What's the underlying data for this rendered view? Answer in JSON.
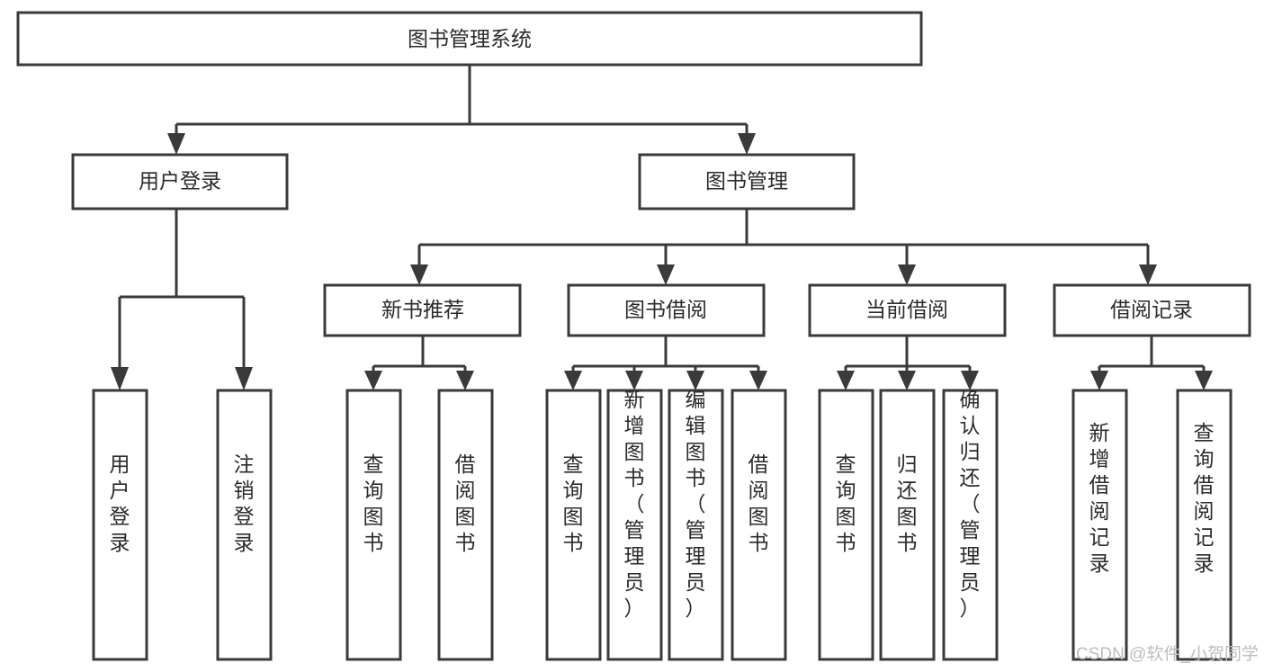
{
  "diagram": {
    "title": "图书管理系统",
    "watermark": "CSDN @软件_小贺同学",
    "colors": {
      "stroke": "#3a3a3a",
      "fill": "#ffffff",
      "text": "#2b2b2b",
      "watermark": "#bdbdbd"
    },
    "levels": {
      "root": {
        "label": "图书管理系统"
      },
      "level2": [
        {
          "label": "用户登录"
        },
        {
          "label": "图书管理"
        }
      ],
      "level3": [
        {
          "label": "新书推荐"
        },
        {
          "label": "图书借阅"
        },
        {
          "label": "当前借阅"
        },
        {
          "label": "借阅记录"
        }
      ],
      "leaves": {
        "user_login": [
          {
            "label": "用户登录"
          },
          {
            "label": "注销登录"
          }
        ],
        "new_book": [
          {
            "label": "查询图书"
          },
          {
            "label": "借阅图书"
          }
        ],
        "book_borrow": [
          {
            "label": "查询图书"
          },
          {
            "label": "新增图书（管理员）"
          },
          {
            "label": "编辑图书（管理员）"
          },
          {
            "label": "借阅图书"
          }
        ],
        "current_borrow": [
          {
            "label": "查询图书"
          },
          {
            "label": "归还图书"
          },
          {
            "label": "确认归还（管理员）"
          }
        ],
        "borrow_record": [
          {
            "label": "新增借阅记录"
          },
          {
            "label": "查询借阅记录"
          }
        ]
      }
    }
  }
}
